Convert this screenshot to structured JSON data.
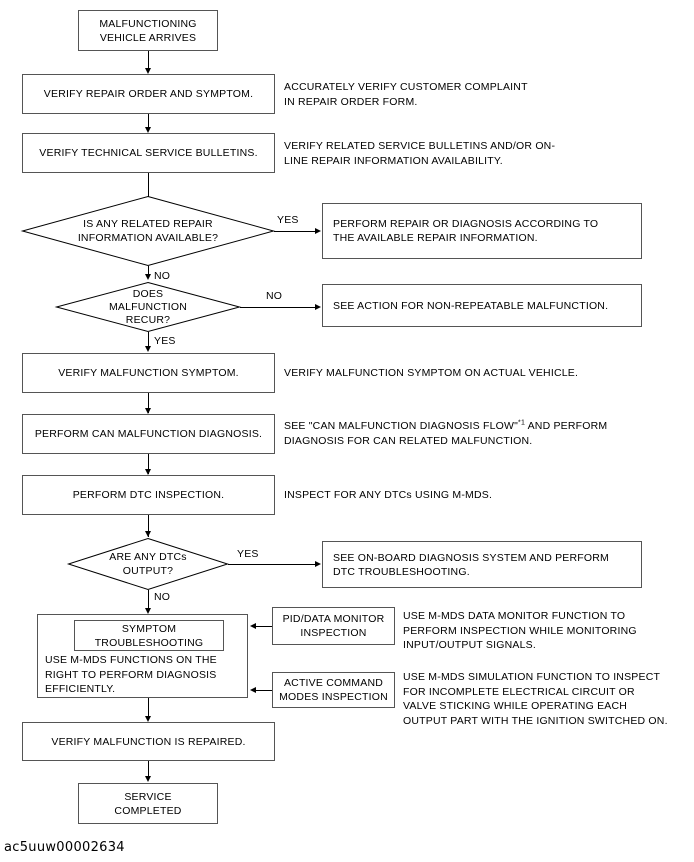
{
  "figure": {
    "id_label": "ac5uuw00002634",
    "title": "Vehicle malfunction diagnostic flowchart"
  },
  "nodes": {
    "start": "MALFUNCTIONING\nVEHICLE ARRIVES",
    "verify_repair_order": "VERIFY REPAIR ORDER AND SYMPTOM.",
    "verify_tsb": "VERIFY TECHNICAL SERVICE BULLETINS.",
    "verify_symptom": "VERIFY MALFUNCTION SYMPTOM.",
    "perform_can": "PERFORM CAN MALFUNCTION DIAGNOSIS.",
    "perform_dtc": "PERFORM DTC INSPECTION.",
    "verify_repaired": "VERIFY MALFUNCTION IS REPAIRED.",
    "service_completed": "SERVICE\nCOMPLETED",
    "symptom_inner": "SYMPTOM\nTROUBLESHOOTING",
    "symptom_body": "USE M-MDS FUNCTIONS ON THE\nRIGHT TO PERFORM DIAGNOSIS\nEFFICIENTLY.",
    "pid_inspection": "PID/DATA MONITOR\nINSPECTION",
    "active_command": "ACTIVE COMMAND\nMODES INSPECTION"
  },
  "decisions": {
    "info_available": "IS ANY RELATED REPAIR\nINFORMATION AVAILABLE?",
    "malfunction_recur": "DOES\nMALFUNCTION\nRECUR?",
    "dtcs_output": "ARE ANY DTCs\nOUTPUT?"
  },
  "outcomes": {
    "perform_repair": "PERFORM REPAIR OR DIAGNOSIS ACCORDING TO\nTHE AVAILABLE REPAIR INFORMATION.",
    "non_repeatable": "SEE ACTION FOR NON-REPEATABLE MALFUNCTION.",
    "onboard_diagnosis": "SEE ON-BOARD DIAGNOSIS SYSTEM AND PERFORM\nDTC TROUBLESHOOTING."
  },
  "annotations": {
    "verify_repair_order": "ACCURATELY VERIFY CUSTOMER COMPLAINT\nIN REPAIR ORDER FORM.",
    "verify_tsb": "VERIFY RELATED SERVICE BULLETINS AND/OR ON-\nLINE REPAIR INFORMATION AVAILABILITY.",
    "verify_symptom": "VERIFY MALFUNCTION SYMPTOM ON ACTUAL VEHICLE.",
    "perform_can_pre": "SEE \"CAN MALFUNCTION DIAGNOSIS FLOW\"",
    "perform_can_sup": "*1",
    "perform_can_post": " AND PERFORM\nDIAGNOSIS FOR CAN RELATED MALFUNCTION.",
    "perform_dtc": "INSPECT FOR ANY DTCs USING M-MDS.",
    "pid_inspection": "USE M-MDS DATA MONITOR FUNCTION TO\nPERFORM INSPECTION WHILE MONITORING\nINPUT/OUTPUT SIGNALS.",
    "active_command": "USE M-MDS SIMULATION FUNCTION TO INSPECT\nFOR INCOMPLETE ELECTRICAL CIRCUIT OR\nVALVE STICKING WHILE OPERATING EACH\nOUTPUT PART WITH THE IGNITION SWITCHED ON."
  },
  "branch_labels": {
    "info_yes": "YES",
    "info_no": "NO",
    "recur_no": "NO",
    "recur_yes": "YES",
    "dtc_yes": "YES",
    "dtc_no": "NO"
  },
  "colors": {
    "background": "#ffffff",
    "box_border": "#555555",
    "line": "#000000",
    "text": "#000000"
  }
}
